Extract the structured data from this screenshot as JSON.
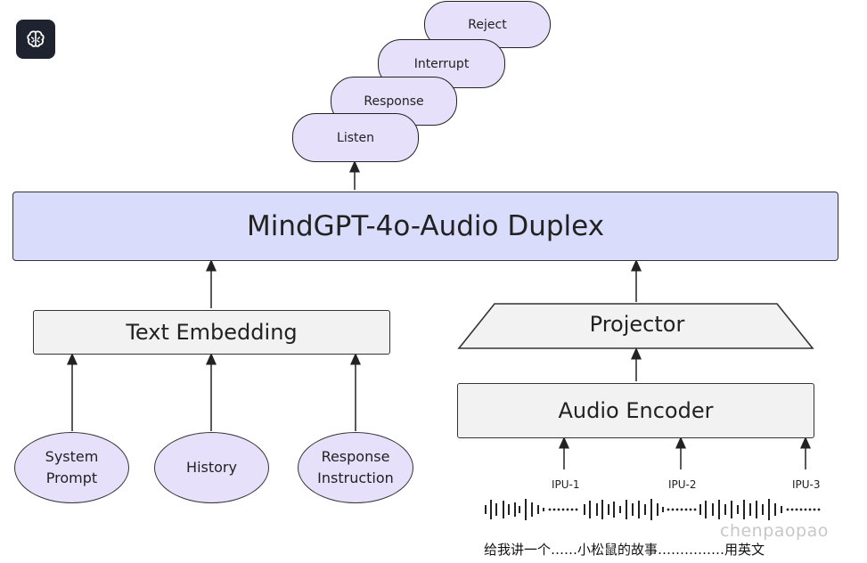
{
  "outputs": [
    "Listen",
    "Response",
    "Interrupt",
    "Reject"
  ],
  "main_model": "MindGPT-4o-Audio Duplex",
  "text_embedding": "Text Embedding",
  "projector": "Projector",
  "audio_encoder": "Audio Encoder",
  "inputs": {
    "system_prompt": [
      "System",
      "Prompt"
    ],
    "history": "History",
    "response_instruction": [
      "Response",
      "Instruction"
    ]
  },
  "ipus": [
    "IPU-1",
    "IPU-2",
    "IPU-3"
  ],
  "caption": "给我讲一个……小松鼠的故事……………用英文",
  "watermark": "chenpaopao",
  "colors": {
    "pill_fill": "#e6e0fa",
    "main_fill": "#d9dcfa",
    "box_fill": "#f2f2f2",
    "icon_bg": "#1f2330"
  },
  "icon": "brain-icon"
}
